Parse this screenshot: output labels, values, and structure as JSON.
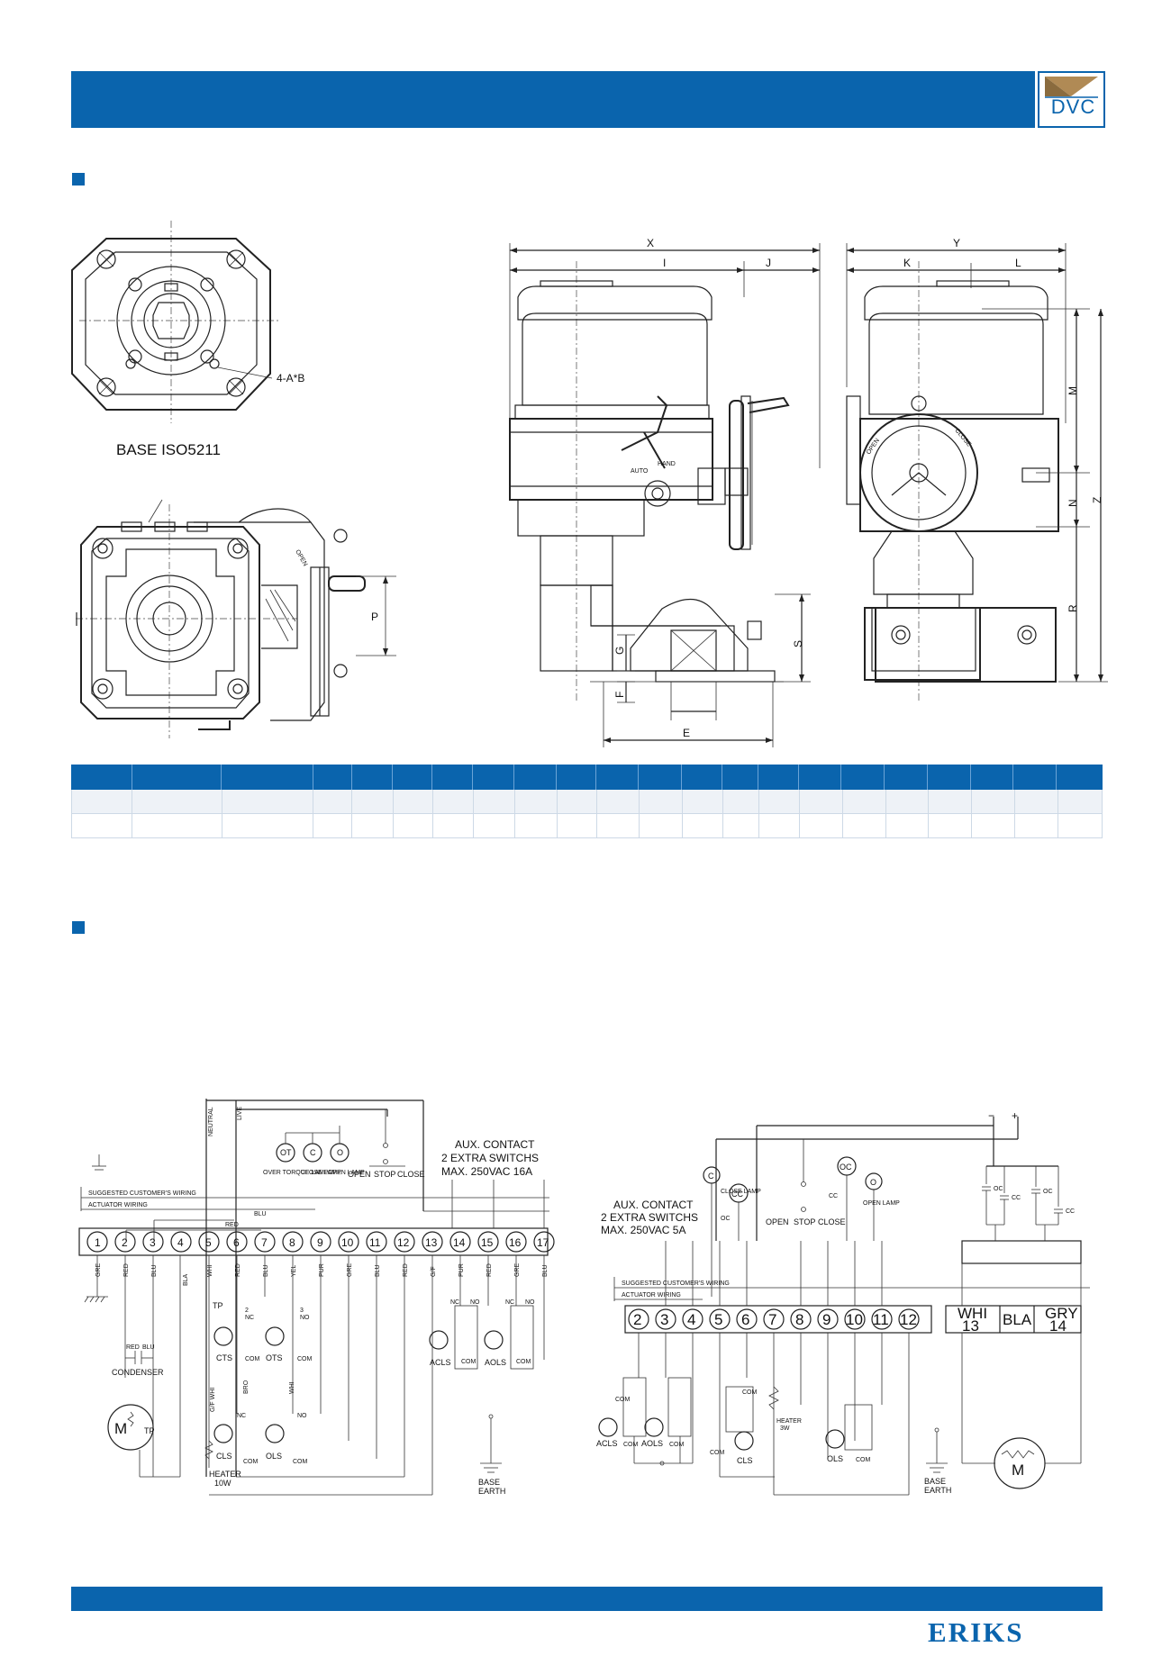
{
  "brand": {
    "logo_text": "DVC",
    "footer_logo": "ERIKS",
    "accent": "#0a64ad"
  },
  "base_drawing": {
    "base_label": "BASE ISO5211",
    "bolt_label": "4-A*B",
    "p_label": "P"
  },
  "side_view": {
    "x": "X",
    "i": "I",
    "j": "J",
    "g": "G",
    "s": "S",
    "f": "F",
    "e": "E",
    "auto": "AUTO",
    "hand": "HAND"
  },
  "front_view": {
    "y": "Y",
    "k": "K",
    "l": "L",
    "m": "M",
    "n": "N",
    "z": "Z",
    "r": "R",
    "open": "OPEN",
    "close": "CLOSE"
  },
  "wiring_left": {
    "neutral": "NEUTRAL",
    "live": "LIVE",
    "lamps": [
      "OT",
      "C",
      "O"
    ],
    "lamp_labels": [
      "OVER TORQUE LAMP",
      "CLOSE LAMP",
      "OPEN LAMP"
    ],
    "controls": [
      "OPEN",
      "STOP",
      "CLOSE"
    ],
    "aux_title": "AUX. CONTACT",
    "aux_line2": "2 EXTRA SWITCHS",
    "aux_line3": "MAX. 250VAC 16A",
    "customer_wiring": "SUGGESTED CUSTOMER'S WIRING",
    "actuator_wiring": "ACTUATOR WIRING",
    "terminals": [
      "1",
      "2",
      "3",
      "4",
      "5",
      "6",
      "7",
      "8",
      "9",
      "10",
      "11",
      "12",
      "13",
      "14",
      "15",
      "16",
      "17"
    ],
    "wire_colors": [
      "GRE",
      "RED",
      "BLU",
      "BLA",
      "WHI",
      "RED",
      "BLU",
      "YEL",
      "PUR",
      "GRE",
      "BLU",
      "RED",
      "G/F",
      "PUR",
      "RED",
      "GRE",
      "BLU"
    ],
    "red": "RED",
    "blu": "BLU",
    "condenser": "CONDENSER",
    "motor": "M",
    "tp": "TP",
    "switches": [
      "CTS",
      "OTS",
      "CLS",
      "OLS",
      "ACLS",
      "AOLS"
    ],
    "com": "COM",
    "nc": "NC",
    "no": "NO",
    "heater": "HEATER",
    "heater_watt": "10W",
    "base": "BASE",
    "earth": "EARTH",
    "bro": "BRO",
    "gf_whi": "G/F WHI",
    "whi": "WHI"
  },
  "wiring_right": {
    "minus": "−",
    "plus": "+",
    "aux_title": "AUX. CONTACT",
    "aux_line2": "2 EXTRA SWITCHS",
    "aux_line3": "MAX. 250VAC 5A",
    "lamps": [
      "C",
      "CC",
      "OC",
      "O"
    ],
    "close_lamp": "CLOSE LAMP",
    "open_lamp": "OPEN LAMP",
    "controls": [
      "OPEN",
      "STOP",
      "CLOSE"
    ],
    "oc": "OC",
    "cc": "CC",
    "customer_wiring": "SUGGESTED CUSTOMER'S WIRING",
    "actuator_wiring": "ACTUATOR WIRING",
    "terminals": [
      "2",
      "3",
      "4",
      "5",
      "6",
      "7",
      "8",
      "9",
      "10",
      "11",
      "12"
    ],
    "motor_terminals": [
      {
        "color": "WHI",
        "num": "13"
      },
      {
        "color": "BLA",
        "num": ""
      },
      {
        "color": "GRY",
        "num": "14"
      }
    ],
    "switches": [
      "ACLS",
      "AOLS",
      "CLS",
      "OLS"
    ],
    "com": "COM",
    "heater": "HEATER",
    "heater_watt": "3W",
    "motor": "M",
    "base": "BASE",
    "earth": "EARTH"
  }
}
